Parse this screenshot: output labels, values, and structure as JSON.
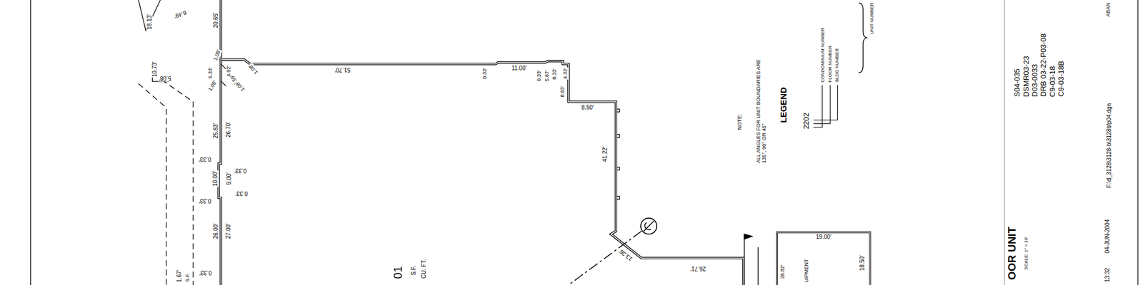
{
  "diagram": {
    "nodes": [
      {
        "text": [
          "UIPMENT"
        ]
      }
    ],
    "labels": [
      "18.13'",
      "6.49'",
      "20.65'",
      "10.73'",
      "5.08'",
      "1.08'",
      "5.33'",
      "4.92'",
      "4.59'",
      "1.08'",
      "1.08'",
      "1.08'",
      "51.70'",
      "0.33'",
      "11.00'",
      "0.33'",
      "5.67'",
      "0.33'",
      "4.33'",
      "8.83'",
      "8.50'",
      "41.22'",
      "25.83'",
      "26.70'",
      "0.33'",
      "0.33'",
      "10.00'",
      "9.00'",
      "0.33'",
      "0.33'",
      "26.00'",
      "27.00'",
      "0.33'",
      "1.67'",
      "S.F.",
      "01",
      "S.F.",
      "CU. FT.",
      "13.36'",
      "26.71'",
      "19.00'",
      "18.50'",
      "26.82'",
      "NOTE:",
      "ALL ANGLES FOR UNIT BOUNDARIES ARE 135°, 90° OR 45°",
      "LEGEND",
      "2202",
      "CONDOMINIUM NUMBER",
      "FLOOR NUMBER",
      "BLDG NUMBER",
      "UNIT NUMBER",
      "ABAN",
      "S04-035",
      "DSMR03-23",
      "D03-0033",
      "DRB 03-22-P03-08",
      "C9-03-18",
      "C9-03-18B",
      "OOR UNIT",
      "SCALE: 1\" = 10'",
      "F:\\d_3128\\3128-b\\3128bfp04.dgn",
      "04-JUN-2004",
      "13:32"
    ]
  }
}
